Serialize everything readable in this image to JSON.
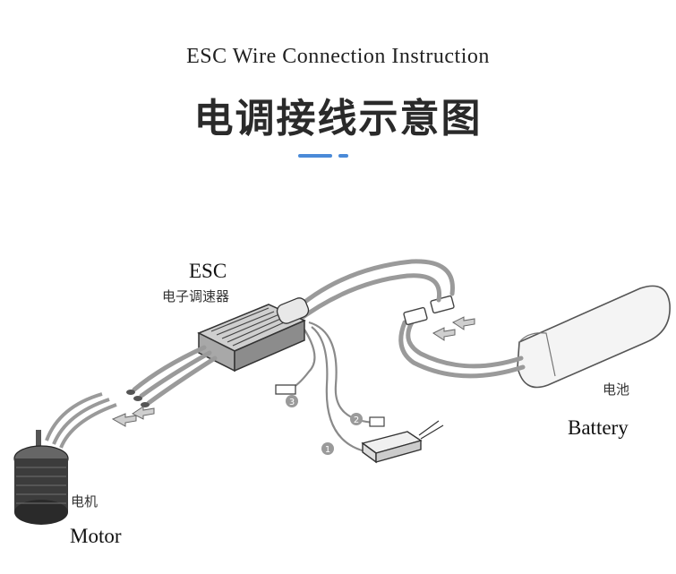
{
  "title": {
    "english": "ESC Wire Connection Instruction",
    "chinese": "电调接线示意图"
  },
  "labels": {
    "esc_en": "ESC",
    "esc_cn": "电子调速器",
    "battery_en": "Battery",
    "battery_cn": "电池",
    "motor_en": "Motor",
    "motor_cn": "电机"
  },
  "callouts": [
    "1",
    "2",
    "3"
  ],
  "colors": {
    "accent": "#4a8ad8",
    "wire": "#9a9a9a",
    "component_dark": "#3a3a3a",
    "arrow_fill": "#bdbdbd"
  }
}
